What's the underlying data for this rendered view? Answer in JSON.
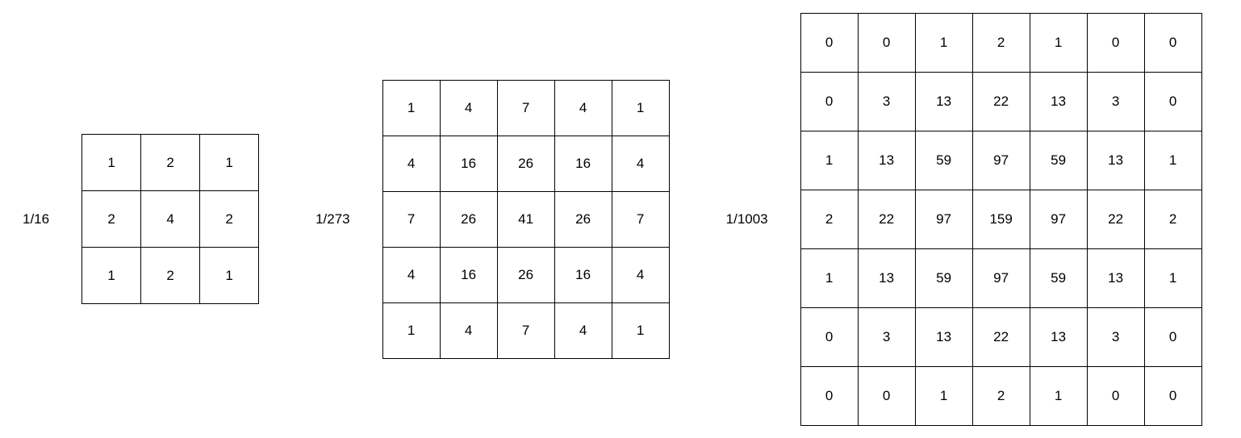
{
  "figure": {
    "kernels": [
      {
        "name": "gaussian-kernel-3x3",
        "label": "1/16",
        "size": "3x3",
        "matrix": [
          [
            1,
            2,
            1
          ],
          [
            2,
            4,
            2
          ],
          [
            1,
            2,
            1
          ]
        ]
      },
      {
        "name": "gaussian-kernel-5x5",
        "label": "1/273",
        "size": "5x5",
        "matrix": [
          [
            1,
            4,
            7,
            4,
            1
          ],
          [
            4,
            16,
            26,
            16,
            4
          ],
          [
            7,
            26,
            41,
            26,
            7
          ],
          [
            4,
            16,
            26,
            16,
            4
          ],
          [
            1,
            4,
            7,
            4,
            1
          ]
        ]
      },
      {
        "name": "gaussian-kernel-7x7",
        "label": "1/1003",
        "size": "7x7",
        "matrix": [
          [
            0,
            0,
            1,
            2,
            1,
            0,
            0
          ],
          [
            0,
            3,
            13,
            22,
            13,
            3,
            0
          ],
          [
            1,
            13,
            59,
            97,
            59,
            13,
            1
          ],
          [
            2,
            22,
            97,
            159,
            97,
            22,
            2
          ],
          [
            1,
            13,
            59,
            97,
            59,
            13,
            1
          ],
          [
            0,
            3,
            13,
            22,
            13,
            3,
            0
          ],
          [
            0,
            0,
            1,
            2,
            1,
            0,
            0
          ]
        ]
      }
    ],
    "colors": {
      "background": "#ffffff",
      "grid_line": "#000000",
      "text": "#000000"
    }
  }
}
